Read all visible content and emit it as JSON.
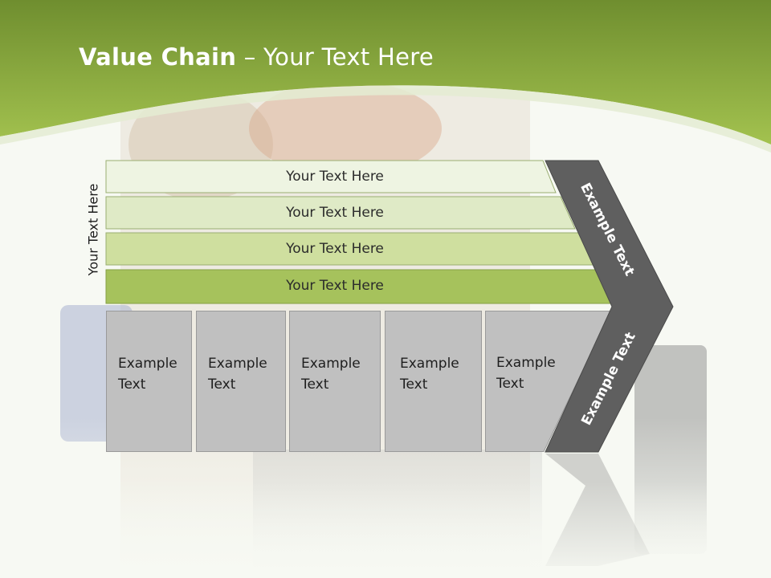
{
  "title": {
    "bold": "Value Chain",
    "rest": " – Your Text Here"
  },
  "side_label": "Your Text Here",
  "rows": [
    {
      "label": "Your Text Here"
    },
    {
      "label": "Your Text Here"
    },
    {
      "label": "Your Text Here"
    },
    {
      "label": "Your Text Here"
    }
  ],
  "boxes": [
    {
      "line1": "Example",
      "line2": "Text"
    },
    {
      "line1": "Example",
      "line2": "Text"
    },
    {
      "line1": "Example",
      "line2": "Text"
    },
    {
      "line1": "Example",
      "line2": "Text"
    },
    {
      "line1": "Example",
      "line2": "Text"
    }
  ],
  "chevron": {
    "upper": "Example Text",
    "lower": "Example Text"
  },
  "colors": {
    "header_green": "#8fb040",
    "row1": "#eef4e2",
    "row2": "#dfeac6",
    "row3": "#cfdf9f",
    "row4": "#a6c25c",
    "box_gray": "#c0c0c0",
    "chevron_gray": "#5f5f5f"
  }
}
